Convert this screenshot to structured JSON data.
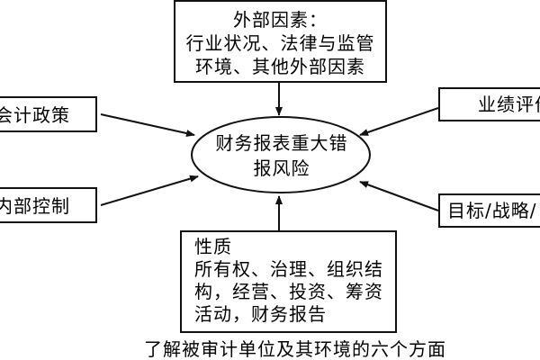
{
  "top_box": {
    "line1": "外部因素：",
    "line2": "行业状况、法律与监管",
    "line3": "环境、其他外部因素"
  },
  "left_boxes": {
    "upper": "会计政策",
    "lower": "内部控制"
  },
  "right_boxes": {
    "upper": "业绩评价",
    "lower": "目标/战略/"
  },
  "center": {
    "line1": "财务报表重大错",
    "line2": "报风险"
  },
  "bottom_box": {
    "line1": "性质",
    "line2": "所有权、治理、组织结",
    "line3": "构，经营、投资、筹资",
    "line4": "活动，财务报告"
  },
  "caption": "了解被审计单位及其环境的六个方面"
}
